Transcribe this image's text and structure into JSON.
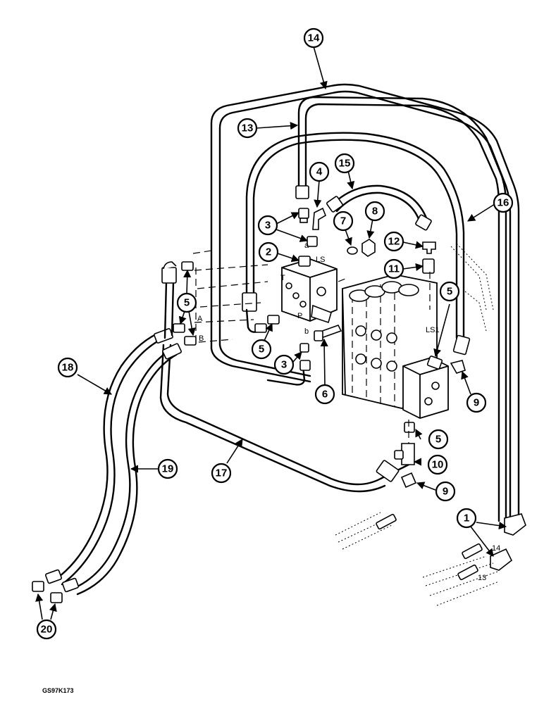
{
  "figure_code": "GS97K173",
  "callouts": [
    "1",
    "2",
    "3",
    "4",
    "5",
    "6",
    "7",
    "8",
    "9",
    "10",
    "11",
    "12",
    "13",
    "14",
    "15",
    "16",
    "17",
    "18",
    "19",
    "20"
  ],
  "port_labels": {
    "ls": "LS",
    "ls1": "LS1",
    "a": "A",
    "b": "B",
    "t": "T",
    "p": "P",
    "lower_a": "a",
    "lower_b": "b",
    "hose13": "13",
    "hose14": "14"
  }
}
